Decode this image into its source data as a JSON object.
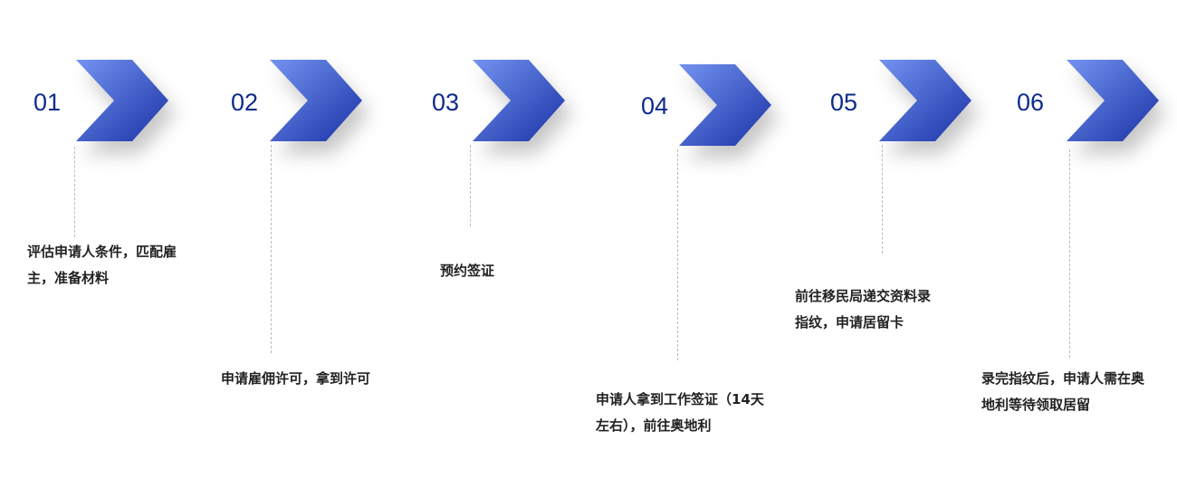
{
  "steps": [
    {
      "number": "01",
      "text": "评估申请人条件，匹配雇主，准备材料"
    },
    {
      "number": "02",
      "text": "申请雇佣许可，拿到许可"
    },
    {
      "number": "03",
      "text": "预约签证"
    },
    {
      "number": "04",
      "text": "申请人拿到工作签证（14天左右），前往奥地利"
    },
    {
      "number": "05",
      "text": "前往移民局递交资料录指纹，申请居留卡"
    },
    {
      "number": "06",
      "text": "录完指纹后，申请人需在奥地利等待领取居留"
    }
  ],
  "colors": {
    "chevron_light": "#7393f0",
    "chevron_dark": "#1a32a6",
    "number": "#0d2b8a"
  }
}
